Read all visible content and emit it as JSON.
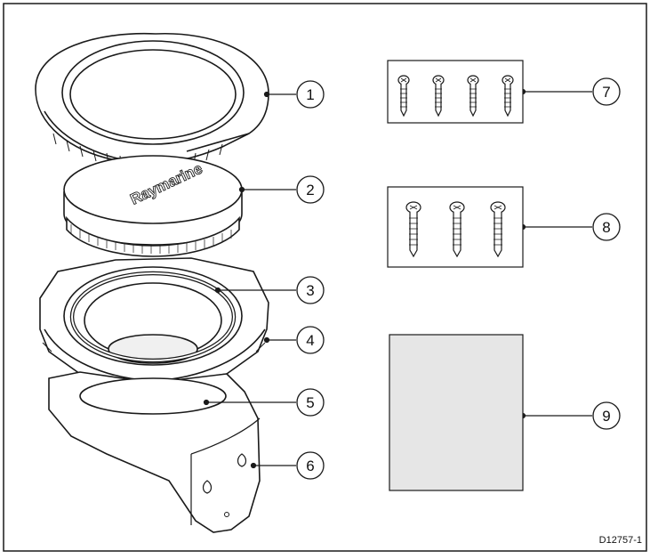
{
  "callouts": [
    "1",
    "2",
    "3",
    "4",
    "5",
    "6",
    "7",
    "8",
    "9"
  ],
  "brand_text": "Raymarine",
  "reference_code": "D12757-1",
  "colors": {
    "line": "#1a1a1a",
    "panel_fill": "#e6e6e6",
    "part_fill": "#ffffff",
    "shade": "#d9d9d9"
  }
}
